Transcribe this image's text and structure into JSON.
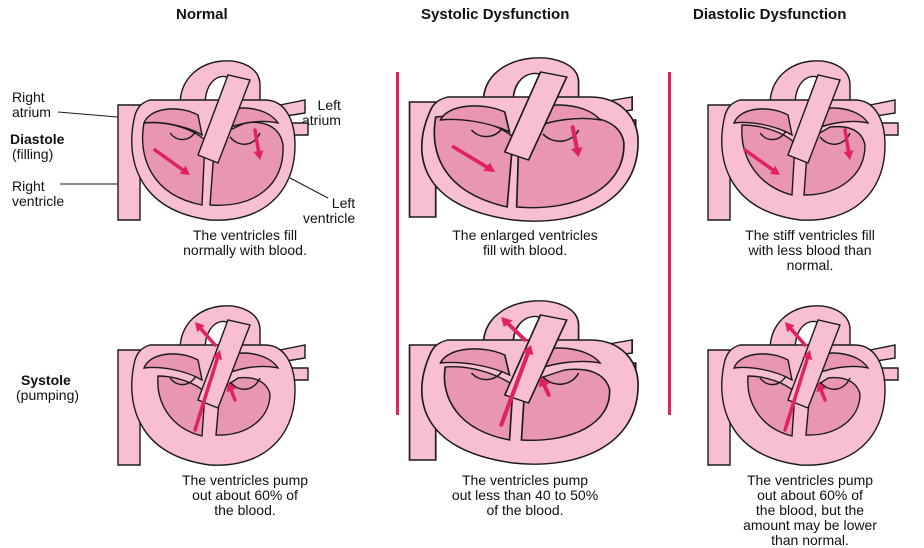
{
  "columns": [
    {
      "title": "Normal"
    },
    {
      "title": "Systolic Dysfunction"
    },
    {
      "title": "Diastolic Dysfunction"
    }
  ],
  "rows": [
    {
      "label_main": "Diastole",
      "label_sub": "(filling)"
    },
    {
      "label_main": "Systole",
      "label_sub": "(pumping)"
    }
  ],
  "anatomy_labels": {
    "right_atrium": "Right\natrium",
    "left_atrium": "Left\natrium",
    "right_ventricle": "Right\nventricle",
    "left_ventricle": "Left\nventricle"
  },
  "captions": {
    "normal_diastole": "The ventricles fill\nnormally with blood.",
    "systolic_diastole": "The enlarged ventricles\nfill with blood.",
    "diastolic_diastole": "The stiff ventricles fill\nwith less blood than\nnormal.",
    "normal_systole": "The ventricles pump\nout about 60% of\nthe blood.",
    "systolic_systole": "The ventricles pump\nout less than 40 to 50%\nof the blood.",
    "diastolic_systole": "The ventricles pump\nout about 60% of\nthe blood, but the\namount may be lower\nthan normal."
  },
  "colors": {
    "heart_light": "#f7bfd0",
    "heart_chamber": "#e996b1",
    "outline": "#1a1a1a",
    "arrow": "#e0235f",
    "divider": "#e0235f"
  }
}
